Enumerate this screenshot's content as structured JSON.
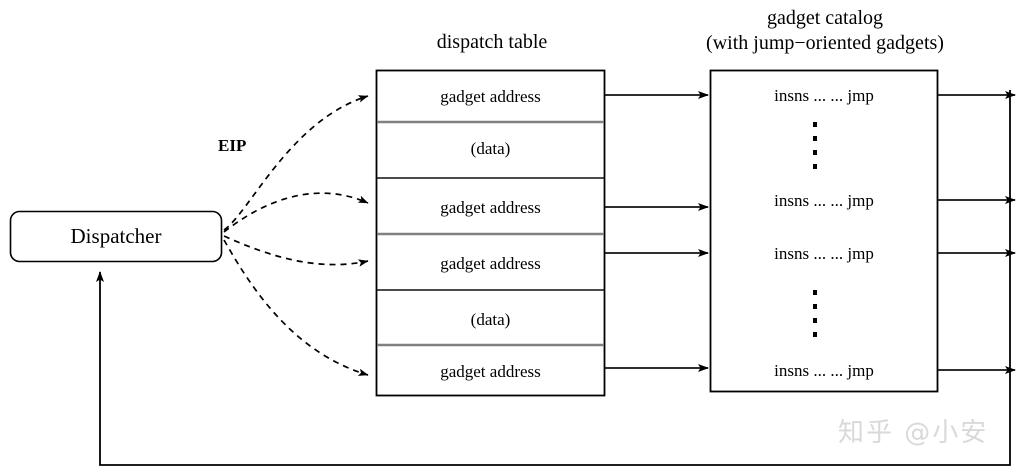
{
  "figure": {
    "headings": {
      "dispatch_table": "dispatch table",
      "gadget_catalog_line1": "gadget catalog",
      "gadget_catalog_line2": "(with jump−oriented gadgets)"
    },
    "dispatcher": {
      "label": "Dispatcher",
      "eip_label": "EIP"
    },
    "dispatch_table": {
      "rows": [
        {
          "label": "gadget address",
          "kind": "address"
        },
        {
          "label": "(data)",
          "kind": "data"
        },
        {
          "label": "gadget address",
          "kind": "address"
        },
        {
          "label": "gadget address",
          "kind": "address"
        },
        {
          "label": "(data)",
          "kind": "data"
        },
        {
          "label": "gadget address",
          "kind": "address"
        }
      ]
    },
    "gadget_catalog": {
      "entries": [
        {
          "label": "insns ... ... jmp"
        },
        {
          "label": "insns ... ... jmp"
        },
        {
          "label": "insns ... ... jmp"
        },
        {
          "label": "insns ... ... jmp"
        }
      ],
      "ellipses": [
        "vertical-dots",
        "vertical-dots"
      ]
    },
    "colors": {
      "stroke": "#000000",
      "divider_gray": "#808080",
      "background": "#ffffff",
      "watermark": "#d9d9d9"
    },
    "watermark": "知乎 @小安"
  }
}
